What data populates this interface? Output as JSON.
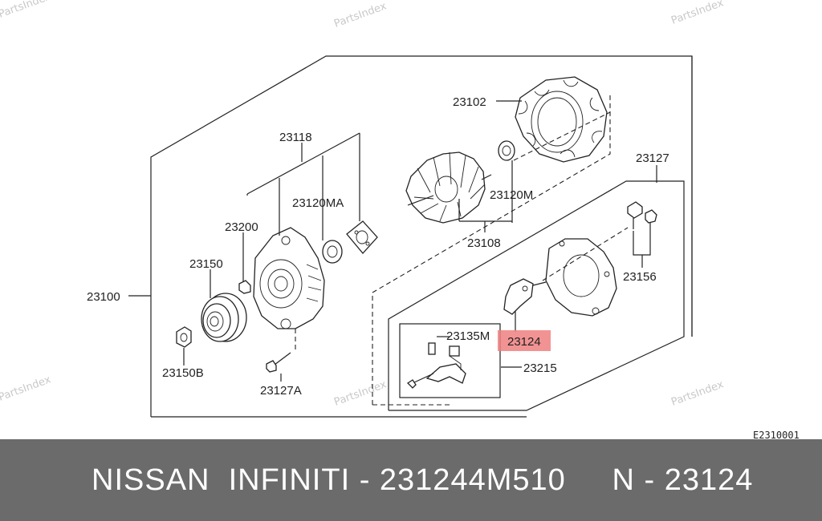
{
  "watermarks": [
    "PartsIndex",
    "PartsIndex",
    "PartsIndex",
    "PartsIndex",
    "PartsIndex",
    "PartsIndex"
  ],
  "labels": {
    "p23100": "23100",
    "p23118": "23118",
    "p23200": "23200",
    "p23120MA": "23120MA",
    "p23150": "23150",
    "p23150B": "23150B",
    "p23127A": "23127A",
    "p23102": "23102",
    "p23120M": "23120M",
    "p23108": "23108",
    "p23127": "23127",
    "p23156": "23156",
    "p23124": "23124",
    "p23135M": "23135M",
    "p23215": "23215"
  },
  "highlight_color": "#f08080",
  "diagram_code": "E2310001",
  "footer": {
    "text": "NISSAN  INFINITI - 231244M510     N - 23124"
  }
}
